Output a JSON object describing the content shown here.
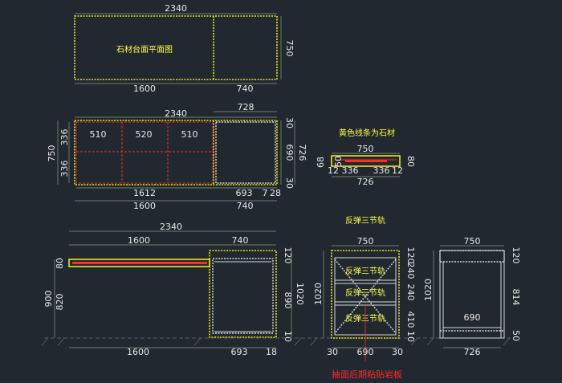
{
  "plan": {
    "title": "石材台面平面图",
    "dims": {
      "total": "2340",
      "left": "1600",
      "right": "740",
      "depth": "750"
    }
  },
  "layout": {
    "dims": {
      "total": "2340",
      "right_top": "728",
      "seg1": "510",
      "seg2": "520",
      "seg3": "510",
      "left_h1": "336",
      "left_h2": "336",
      "left_total": "750",
      "inner_left": "1612",
      "inner_right": "693",
      "gap_a": "7",
      "gap_b": "28",
      "bottom_left": "1600",
      "bottom_right": "740",
      "r_top": "30",
      "r_mid": "690",
      "r_bot": "30",
      "r_total": "726"
    }
  },
  "section": {
    "label": "黄色线条为石材",
    "dims": {
      "width": "750",
      "left_h1": "68",
      "left_h2": "50",
      "b1": "12",
      "b2": "336",
      "b3": "336",
      "b4": "12",
      "right_h": "80",
      "bottom": "726"
    }
  },
  "rail_label": "反弹三节轨",
  "front": {
    "dims": {
      "total": "2340",
      "left": "1600",
      "right": "740",
      "top_h": "80",
      "h900": "900",
      "h820": "820",
      "r120": "120",
      "r890": "890",
      "r1020": "1020",
      "r10": "10",
      "bottom_left": "1600",
      "bottom_right": "693",
      "bottom_end": "18"
    }
  },
  "side": {
    "rail_labels": [
      "反弹三节轨",
      "反弹三节轨",
      "反弹三节轨"
    ],
    "dims": {
      "width": "750",
      "h1020": "1020",
      "r120": "120",
      "r240a": "240",
      "r240b": "240",
      "r410": "410",
      "r10": "10",
      "b30a": "30",
      "b690": "690",
      "b30b": "30"
    }
  },
  "back": {
    "dims": {
      "width": "750",
      "h1020": "1020",
      "r120": "120",
      "r814": "814",
      "r50": "50",
      "inner": "690",
      "bottom": "726"
    }
  },
  "note": "抽面后期粘贴岩板"
}
